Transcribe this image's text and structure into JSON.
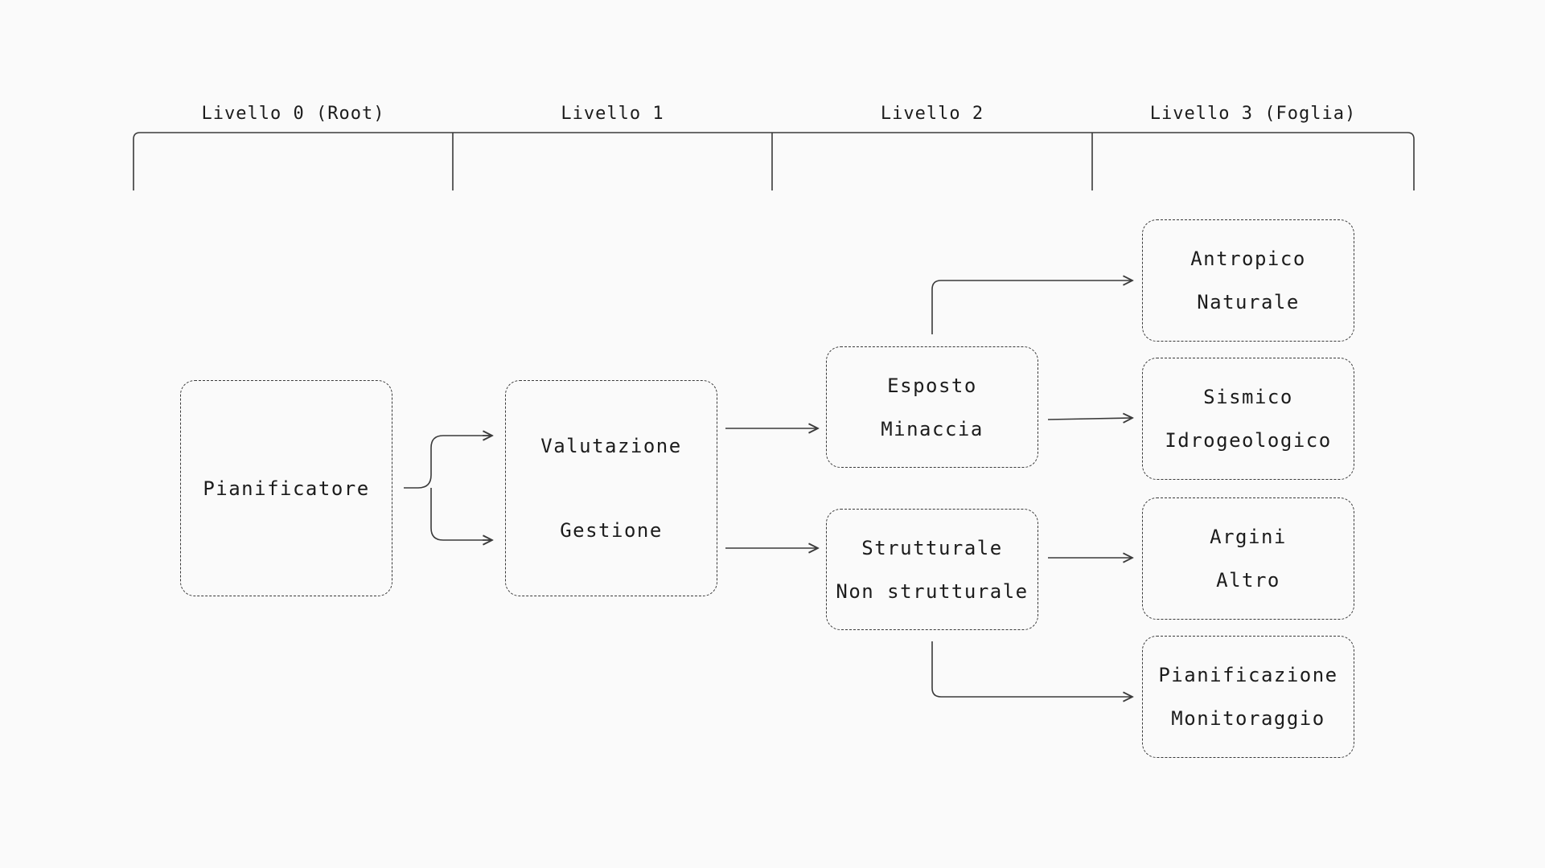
{
  "levels": [
    "Livello 0 (Root)",
    "Livello 1",
    "Livello 2",
    "Livello 3 (Foglia)"
  ],
  "nodes": {
    "root": {
      "label": "Pianificatore"
    },
    "level1": {
      "a": "Valutazione",
      "b": "Gestione"
    },
    "level2": {
      "top": {
        "a": "Esposto",
        "b": "Minaccia"
      },
      "bottom": {
        "a": "Strutturale",
        "b": "Non strutturale"
      }
    },
    "level3": {
      "box1": {
        "a": "Antropico",
        "b": "Naturale"
      },
      "box2": {
        "a": "Sismico",
        "b": "Idrogeologico"
      },
      "box3": {
        "a": "Argini",
        "b": "Altro"
      },
      "box4": {
        "a": "Pianificazione",
        "b": "Monitoraggio"
      }
    }
  },
  "colors": {
    "background": "#fafafa",
    "ink": "#1c1c1c",
    "line": "#3a3a3a"
  }
}
